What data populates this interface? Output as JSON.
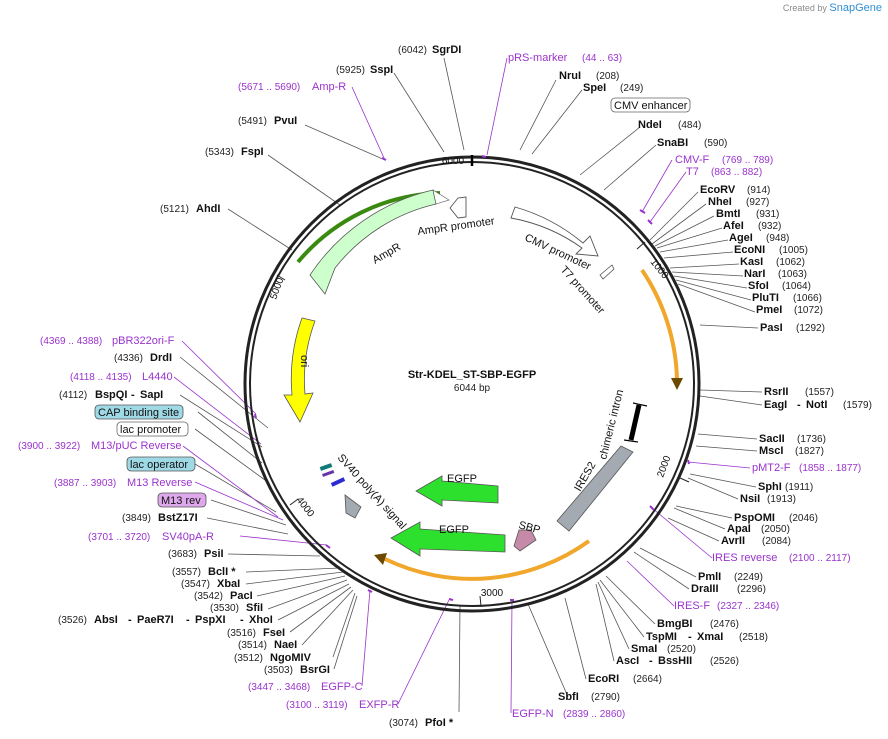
{
  "watermark": {
    "prefix": "Created by",
    "brand": "SnapGene"
  },
  "plasmid": {
    "name": "Str-KDEL_ST-SBP-EGFP",
    "length_label": "6044 bp",
    "length": 6044
  },
  "ticks": [
    "1000",
    "2000",
    "3000",
    "4000",
    "5000",
    "6000"
  ],
  "colors": {
    "backbone": "#222222",
    "primer": "#9a33cc",
    "orange": "#f0a72c",
    "green": "#2ee02e",
    "yellow": "#ffff00",
    "ampr": "#ccffcc",
    "gray": "#a3aab1",
    "sbp": "#c48aa8",
    "leader": "#555555"
  },
  "sites": [
    {
      "name": "SgrDI",
      "pos": "(6042)"
    },
    {
      "name": "SspI",
      "pos": "(5925)"
    },
    {
      "name": "PvuI",
      "pos": "(5491)"
    },
    {
      "name": "FspI",
      "pos": "(5343)"
    },
    {
      "name": "AhdI",
      "pos": "(5121)"
    },
    {
      "name": "DrdI",
      "pos": "(4336)"
    },
    {
      "name": "BspQI",
      "pos": "(4112)",
      "name2": "SapI"
    },
    {
      "name": "BstZ17I",
      "pos": "(3849)"
    },
    {
      "name": "PsiI",
      "pos": "(3683)"
    },
    {
      "name": "BclI *",
      "pos": "(3557)"
    },
    {
      "name": "XbaI",
      "pos": "(3547)"
    },
    {
      "name": "PacI",
      "pos": "(3542)"
    },
    {
      "name": "SfiI",
      "pos": "(3530)"
    },
    {
      "name": "AbsI",
      "pos": "(3526)",
      "name2": "PaeR7I",
      "name3": "PspXI",
      "name4": "XhoI"
    },
    {
      "name": "FseI",
      "pos": "(3516)"
    },
    {
      "name": "NaeI",
      "pos": "(3514)"
    },
    {
      "name": "NgoMIV",
      "pos": "(3512)"
    },
    {
      "name": "BsrGI",
      "pos": "(3503)"
    },
    {
      "name": "PfoI *",
      "pos": "(3074)"
    },
    {
      "name": "NruI",
      "pos": "(208)"
    },
    {
      "name": "SpeI",
      "pos": "(249)"
    },
    {
      "name": "NdeI",
      "pos": "(484)"
    },
    {
      "name": "SnaBI",
      "pos": "(590)"
    },
    {
      "name": "EcoRV",
      "pos": "(914)"
    },
    {
      "name": "NheI",
      "pos": "(927)"
    },
    {
      "name": "BmtI",
      "pos": "(931)"
    },
    {
      "name": "AfeI",
      "pos": "(932)"
    },
    {
      "name": "AgeI",
      "pos": "(948)"
    },
    {
      "name": "EcoNI",
      "pos": "(1005)"
    },
    {
      "name": "KasI",
      "pos": "(1062)"
    },
    {
      "name": "NarI",
      "pos": "(1063)"
    },
    {
      "name": "SfoI",
      "pos": "(1064)"
    },
    {
      "name": "PluTI",
      "pos": "(1066)"
    },
    {
      "name": "PmeI",
      "pos": "(1072)"
    },
    {
      "name": "PasI",
      "pos": "(1292)"
    },
    {
      "name": "RsrII",
      "pos": "(1557)"
    },
    {
      "name": "EagI",
      "pos": "(1579)",
      "name2": "NotI"
    },
    {
      "name": "SacII",
      "pos": "(1736)"
    },
    {
      "name": "MscI",
      "pos": "(1827)"
    },
    {
      "name": "SphI",
      "pos": "(1911)"
    },
    {
      "name": "NsiI",
      "pos": "(1913)"
    },
    {
      "name": "PspOMI",
      "pos": "(2046)"
    },
    {
      "name": "ApaI",
      "pos": "(2050)"
    },
    {
      "name": "AvrII",
      "pos": "(2084)"
    },
    {
      "name": "PmlI",
      "pos": "(2249)"
    },
    {
      "name": "DraIII",
      "pos": "(2296)"
    },
    {
      "name": "BmgBI",
      "pos": "(2476)"
    },
    {
      "name": "TspMI",
      "pos": "(2518)",
      "name2": "XmaI"
    },
    {
      "name": "SmaI",
      "pos": "(2520)"
    },
    {
      "name": "AscI",
      "pos": "(2526)",
      "name2": "BssHII"
    },
    {
      "name": "EcoRI",
      "pos": "(2664)"
    },
    {
      "name": "SbfI",
      "pos": "(2790)"
    }
  ],
  "primers": [
    {
      "name": "pRS-marker",
      "range": "(44 .. 63)"
    },
    {
      "name": "Amp-R",
      "range": "(5671 .. 5690)"
    },
    {
      "name": "CMV-F",
      "range": "(769 .. 789)"
    },
    {
      "name": "T7",
      "range": "(863 .. 882)"
    },
    {
      "name": "pBR322ori-F",
      "range": "(4369 .. 4388)"
    },
    {
      "name": "L4440",
      "range": "(4118 .. 4135)"
    },
    {
      "name": "M13/pUC Reverse",
      "range": "(3900 .. 3922)"
    },
    {
      "name": "M13 Reverse",
      "range": "(3887 .. 3903)"
    },
    {
      "name": "SV40pA-R",
      "range": "(3701 .. 3720)"
    },
    {
      "name": "EGFP-C",
      "range": "(3447 .. 3468)"
    },
    {
      "name": "EXFP-R",
      "range": "(3100 .. 3119)"
    },
    {
      "name": "EGFP-N",
      "range": "(2839 .. 2860)"
    },
    {
      "name": "pMT2-F",
      "range": "(1858 .. 1877)"
    },
    {
      "name": "IRES reverse",
      "range": "(2100 .. 2117)"
    },
    {
      "name": "IRES-F",
      "range": "(2327 .. 2346)"
    }
  ],
  "boxed_features": {
    "cmv_enhancer": "CMV enhancer",
    "cap_binding_site": "CAP binding site",
    "lac_promoter": "lac promoter",
    "lac_operator": "lac operator",
    "m13_rev": "M13 rev"
  },
  "features": {
    "ampr_promoter": "AmpR promoter",
    "ampr": "AmpR",
    "cmv_promoter": "CMV promoter",
    "t7_promoter": "T7 promoter",
    "ori": "ori",
    "chimeric_intron": "chimeric intron",
    "ires2": "IRES2",
    "sbp": "SBP",
    "egfp_1": "EGFP",
    "egfp_2": "EGFP",
    "sv40_polya": "SV40 poly(A) signal"
  }
}
